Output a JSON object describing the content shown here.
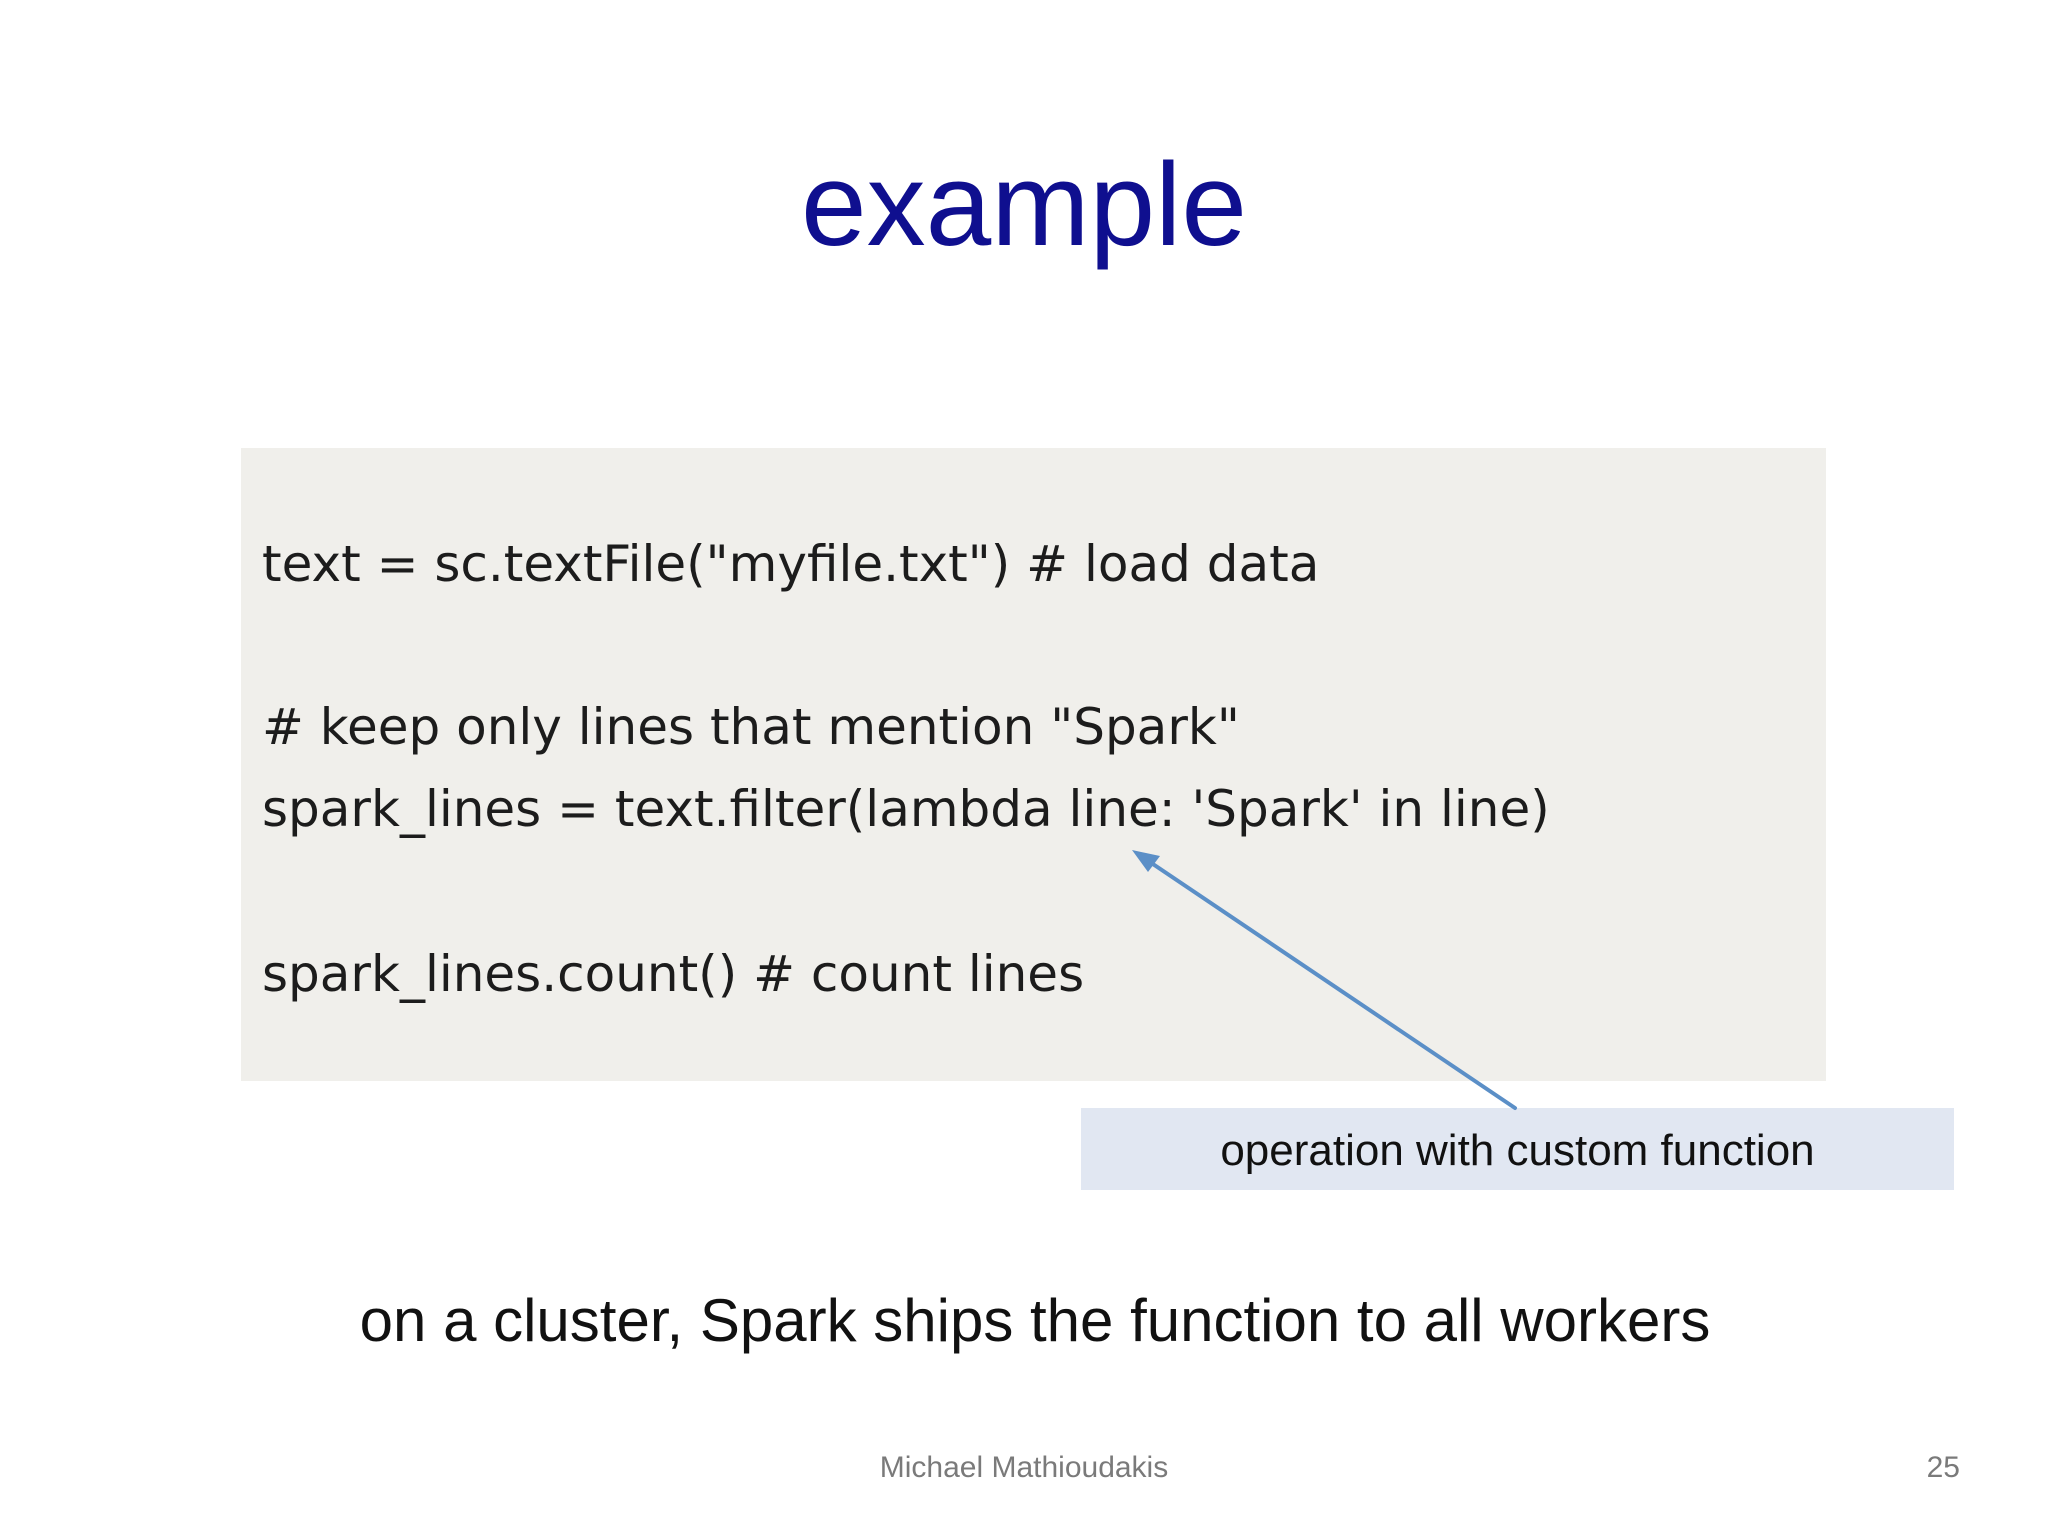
{
  "slide": {
    "title": "example",
    "code_lines": [
      "text = sc.textFile(\"myfile.txt\") # load data",
      "# keep only lines that mention \"Spark\"",
      "spark_lines = text.filter(lambda line: 'Spark' in line)",
      "spark_lines.count() # count lines"
    ],
    "callout": "operation with custom function",
    "caption": "on a cluster, Spark ships the function to all workers",
    "footer": {
      "author": "Michael Mathioudakis",
      "page_number": "25"
    }
  },
  "colors": {
    "title": "#0f0f8f",
    "code_background": "#f0efeb",
    "callout_background": "#e1e7f2",
    "arrow": "#5b8fc7",
    "footer_text": "#7a7a7a"
  }
}
